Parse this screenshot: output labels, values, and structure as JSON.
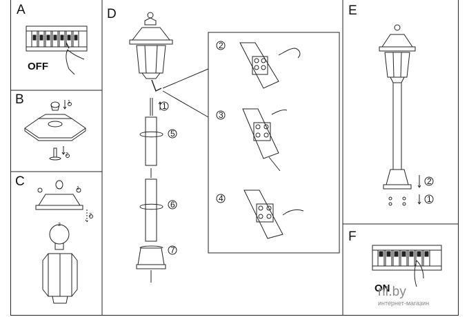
{
  "panels": {
    "a": {
      "letter": "A",
      "switch_label": "OFF"
    },
    "b": {
      "letter": "B",
      "steps": [
        "1",
        "2"
      ]
    },
    "c": {
      "letter": "C",
      "steps": [
        "1",
        "2",
        "3"
      ]
    },
    "d": {
      "letter": "D",
      "steps": [
        "1",
        "5",
        "6",
        "7"
      ],
      "detail_steps": [
        "2",
        "3",
        "4"
      ]
    },
    "e": {
      "letter": "E",
      "steps": [
        "2",
        "1"
      ]
    },
    "f": {
      "letter": "F",
      "switch_label": "ON"
    }
  },
  "watermark": {
    "domain": "nl.by",
    "subtitle": "интернет-магазин"
  }
}
